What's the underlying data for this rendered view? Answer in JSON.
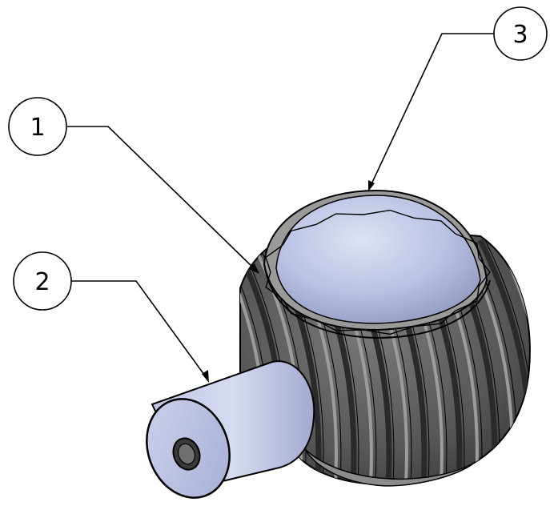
{
  "callouts": [
    {
      "id": "1",
      "label": "1"
    },
    {
      "id": "2",
      "label": "2"
    },
    {
      "id": "3",
      "label": "3"
    }
  ],
  "colors": {
    "line": "#000000",
    "dome_light": "#d3d8ef",
    "dome_mid": "#b4bbdc",
    "dome_dark": "#8a92b8",
    "gear_dark": "#2f2f2f",
    "gear_mid": "#5b5b5b",
    "gear_light": "#9a9a9a",
    "shaft_light": "#c9cde8",
    "shaft_dark": "#9ea5cc",
    "sphere_body": "#6a6a6a"
  }
}
